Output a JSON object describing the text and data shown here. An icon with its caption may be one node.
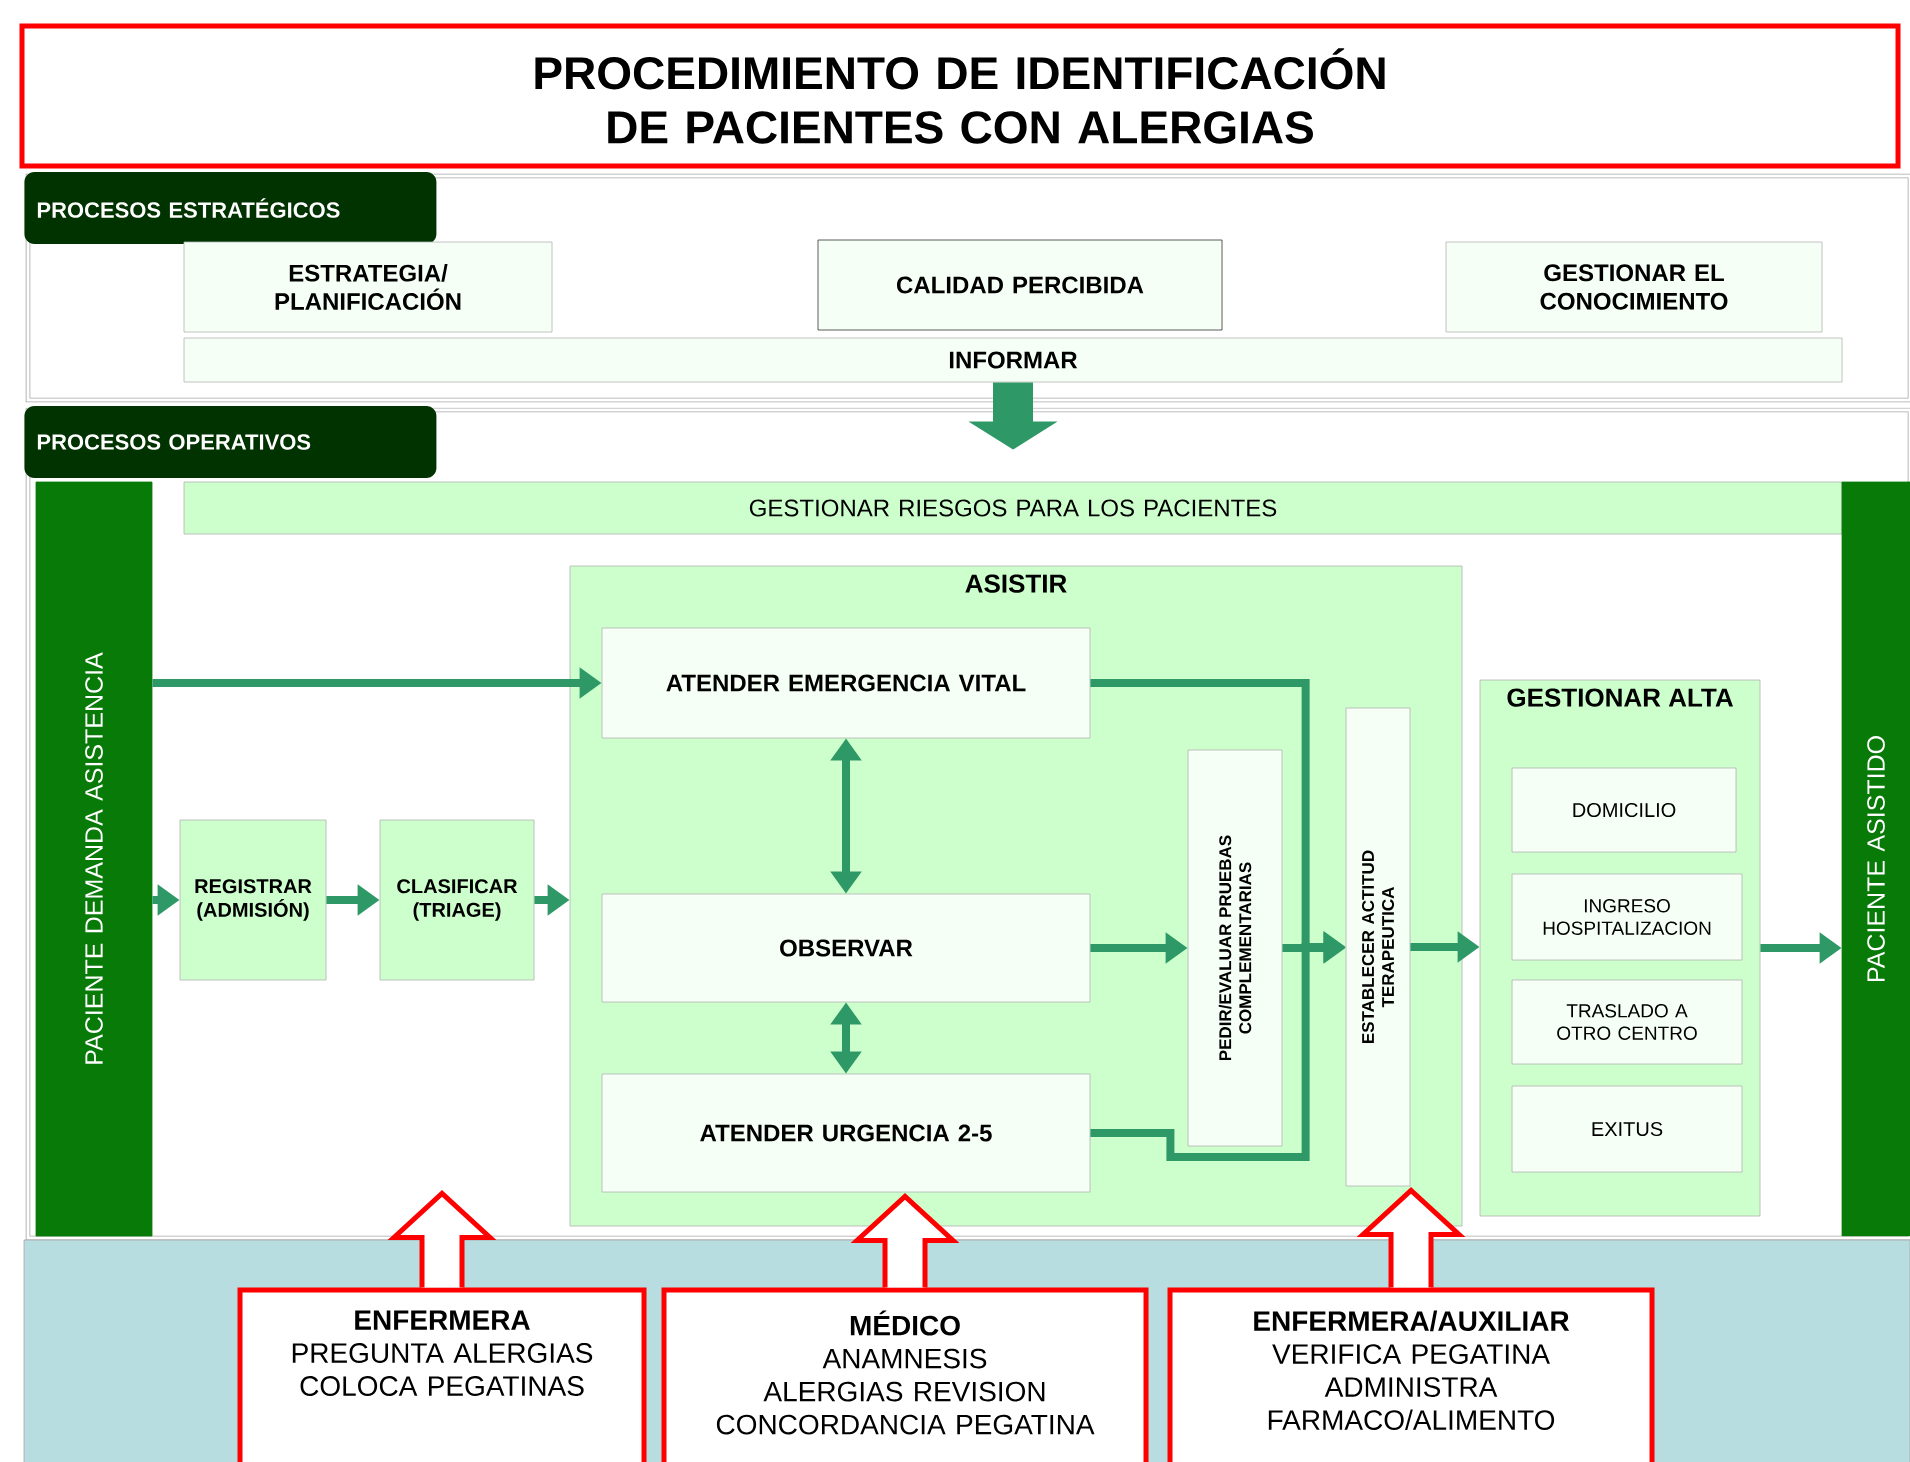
{
  "diagram": {
    "title": "PROCEDIMIENTO DE IDENTIFICACIÓN DE PACIENTES CON ALERGIAS",
    "nodes": [
      {
        "text": [
          "PROCESOS ESTRATÉGICOS"
        ]
      },
      {
        "text": [
          "ESTRATEGIA/ PLANIFICACIÓN"
        ],
        "in": 0
      },
      {
        "text": [
          "CALIDAD PERCIBIDA"
        ],
        "in": 0
      },
      {
        "text": [
          "GESTIONAR EL CONOCIMIENTO"
        ],
        "in": 0
      },
      {
        "text": [
          "INFORMAR"
        ],
        "in": 0
      },
      {
        "text": [
          "PROCESOS OPERATIVOS"
        ]
      },
      {
        "text": [
          "GESTIONAR RIESGOS PARA LOS PACIENTES"
        ],
        "in": 5
      },
      {
        "text": [
          "PACIENTE DEMANDA ASISTENCIA"
        ],
        "in": 5
      },
      {
        "text": [
          "REGISTRAR (ADMISIÓN)"
        ],
        "in": 5
      },
      {
        "text": [
          "CLASIFICAR (TRIAGE)"
        ],
        "in": 5
      },
      {
        "text": [
          "ASISTIR"
        ],
        "in": 5
      },
      {
        "text": [
          "ATENDER EMERGENCIA VITAL"
        ],
        "in": 10
      },
      {
        "text": [
          "OBSERVAR"
        ],
        "in": 10
      },
      {
        "text": [
          "ATENDER URGENCIA 2-5"
        ],
        "in": 10
      },
      {
        "text": [
          "PEDIR/EVALUAR PRUEBAS COMPLEMENTARIAS"
        ],
        "in": 10
      },
      {
        "text": [
          "ESTABLECER ACTITUD TERAPEUTICA"
        ],
        "in": 10
      },
      {
        "text": [
          "GESTIONAR ALTA"
        ],
        "in": 5
      },
      {
        "text": [
          "DOMICILIO"
        ],
        "in": 16
      },
      {
        "text": [
          "INGRESO HOSPITALIZACION"
        ],
        "in": 16
      },
      {
        "text": [
          "TRASLADO A OTRO CENTRO"
        ],
        "in": 16
      },
      {
        "text": [
          "EXITUS"
        ],
        "in": 16
      },
      {
        "text": [
          "PACIENTE ASISTIDO"
        ],
        "in": 5
      },
      {
        "text": [],
        "shape": "box"
      },
      {
        "text": [
          "ENFERMERA",
          "PREGUNTA ALERGIAS COLOCA PEGATINAS"
        ],
        "in": 22
      },
      {
        "text": [
          "MÉDICO",
          "ANAMNESIS ALERGIAS REVISION CONCORDANCIA PEGATINA"
        ],
        "in": 22
      },
      {
        "text": [
          "ENFERMERA/AUXILIAR",
          "VERIFICA PEGATINA ADMINISTRA FARMACO/ALIMENTO"
        ],
        "in": 22
      }
    ],
    "edges": [
      {
        "from": 4,
        "to": 6,
        "arrow": "to",
        "style": "thick"
      },
      {
        "from": 7,
        "to": 11,
        "arrow": "to"
      },
      {
        "from": 7,
        "to": 8,
        "arrow": "to"
      },
      {
        "from": 8,
        "to": 9,
        "arrow": "to"
      },
      {
        "from": 9,
        "to": 10,
        "arrow": "to"
      },
      {
        "from": 11,
        "to": 12,
        "arrow": "both"
      },
      {
        "from": 12,
        "to": 13,
        "arrow": "both"
      },
      {
        "from": 11,
        "to": 15,
        "arrow": "to"
      },
      {
        "from": 12,
        "to": 14,
        "arrow": "to"
      },
      {
        "from": 14,
        "to": 15,
        "arrow": "to"
      },
      {
        "from": 13,
        "to": 15,
        "arrow": "to"
      },
      {
        "from": 15,
        "to": 16,
        "arrow": "to"
      },
      {
        "from": 16,
        "to": 21,
        "arrow": "to"
      },
      {
        "from": 23,
        "to": null,
        "arrow": "to",
        "color": "#ff0000"
      },
      {
        "from": 24,
        "to": 13,
        "arrow": "to",
        "color": "#ff0000"
      },
      {
        "from": 25,
        "to": 15,
        "arrow": "to",
        "color": "#ff0000"
      }
    ]
  }
}
